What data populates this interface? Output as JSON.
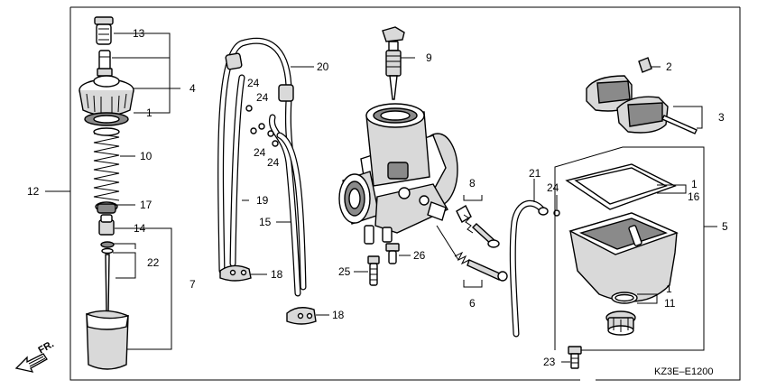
{
  "diagram": {
    "diagram_code": "KZ3E–E1200",
    "direction_label": "FR.",
    "callouts": [
      {
        "id": "c13",
        "text": "13"
      },
      {
        "id": "c4",
        "text": "4"
      },
      {
        "id": "c1a",
        "text": "1"
      },
      {
        "id": "c10",
        "text": "10"
      },
      {
        "id": "c12",
        "text": "12"
      },
      {
        "id": "c17",
        "text": "17"
      },
      {
        "id": "c14",
        "text": "14"
      },
      {
        "id": "c22",
        "text": "22"
      },
      {
        "id": "c7",
        "text": "7"
      },
      {
        "id": "c20",
        "text": "20"
      },
      {
        "id": "c24a",
        "text": "24"
      },
      {
        "id": "c24b",
        "text": "24"
      },
      {
        "id": "c24c",
        "text": "24"
      },
      {
        "id": "c24d",
        "text": "24"
      },
      {
        "id": "c19",
        "text": "19"
      },
      {
        "id": "c15",
        "text": "15"
      },
      {
        "id": "c18a",
        "text": "18"
      },
      {
        "id": "c18b",
        "text": "18"
      },
      {
        "id": "c9",
        "text": "9"
      },
      {
        "id": "c8",
        "text": "8"
      },
      {
        "id": "c25",
        "text": "25"
      },
      {
        "id": "c26",
        "text": "26"
      },
      {
        "id": "c6",
        "text": "6"
      },
      {
        "id": "c21",
        "text": "21"
      },
      {
        "id": "c24e",
        "text": "24"
      },
      {
        "id": "c2",
        "text": "2"
      },
      {
        "id": "c3",
        "text": "3"
      },
      {
        "id": "c1b",
        "text": "1"
      },
      {
        "id": "c16",
        "text": "16"
      },
      {
        "id": "c5",
        "text": "5"
      },
      {
        "id": "c1c",
        "text": "1"
      },
      {
        "id": "c11",
        "text": "11"
      },
      {
        "id": "c23",
        "text": "23"
      }
    ]
  }
}
